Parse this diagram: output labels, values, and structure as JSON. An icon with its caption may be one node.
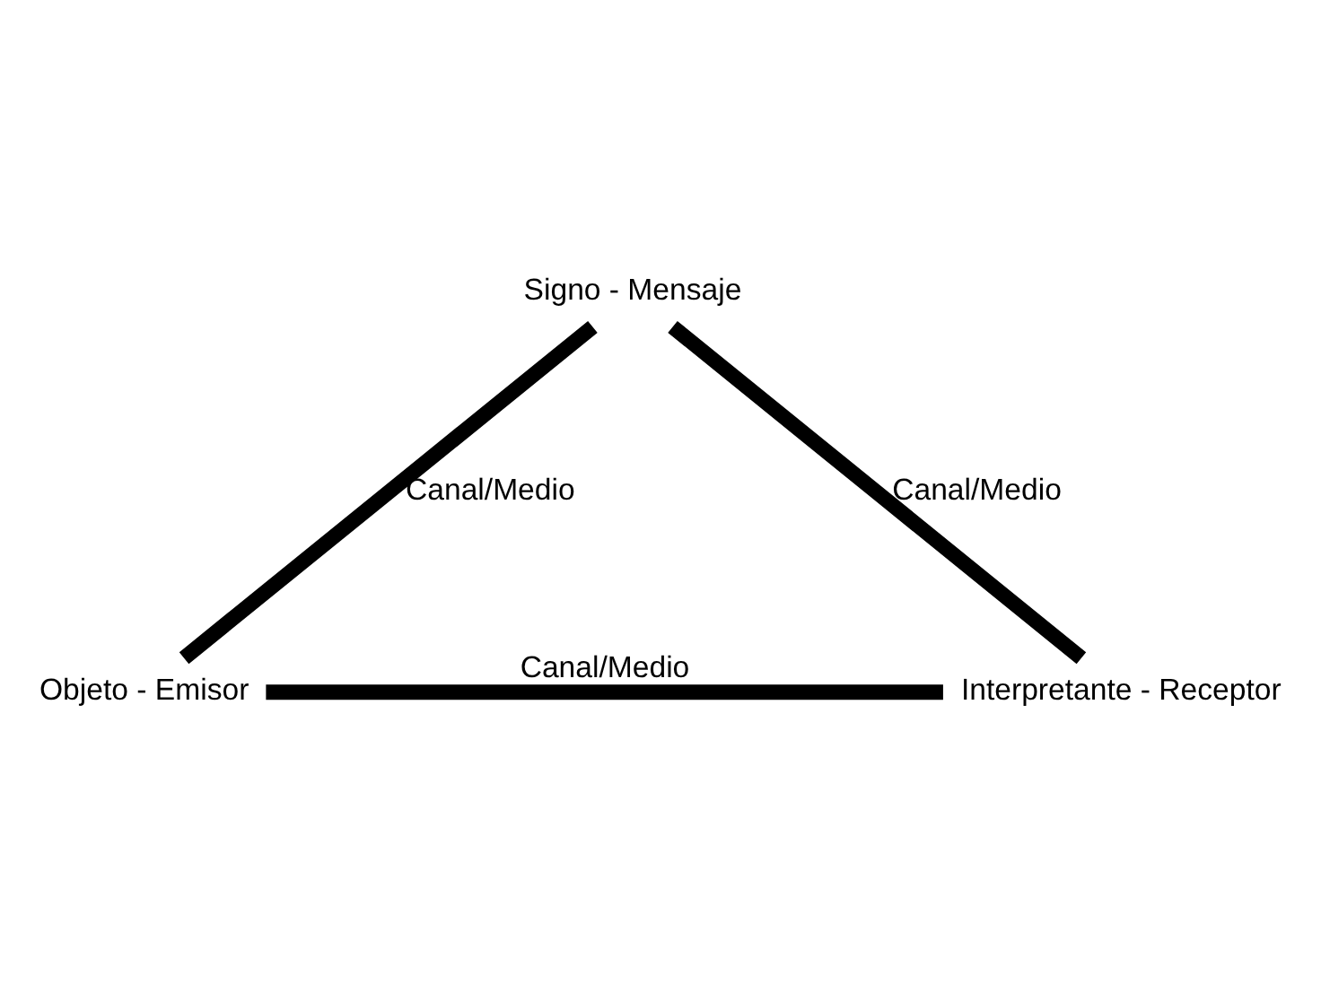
{
  "diagram": {
    "nodes": [
      {
        "text": [
          "Signo - Mensaje"
        ]
      },
      {
        "text": [
          "Objeto - Emisor"
        ]
      },
      {
        "text": [
          "Interpretante - Receptor"
        ]
      }
    ],
    "edges": [
      {
        "from": 1,
        "to": 0,
        "arrow": "none",
        "label": "Canal/Medio"
      },
      {
        "from": 0,
        "to": 2,
        "arrow": "none",
        "label": "Canal/Medio"
      },
      {
        "from": 1,
        "to": 2,
        "arrow": "none",
        "label": "Canal/Medio"
      }
    ]
  }
}
